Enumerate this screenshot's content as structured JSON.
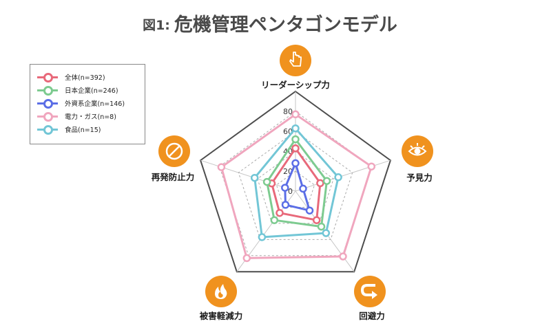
{
  "title": {
    "prefix": "図1:",
    "main": "危機管理ペンタゴンモデル"
  },
  "colors": {
    "icon_orange": "#F0921E",
    "frame": "#4d4d4d",
    "grid": "#a9a9a9",
    "spoke": "#c6c6c6"
  },
  "chart_data": {
    "type": "radar",
    "axes": [
      "リーダーシップ力",
      "予見力",
      "回避力",
      "被害軽減力",
      "再発防止力"
    ],
    "axis_icons": [
      "pointing-hand-icon",
      "eye-icon",
      "u-turn-arrow-icon",
      "fire-extinguish-icon",
      "no-repeat-icon"
    ],
    "ticks": [
      0,
      20,
      40,
      60,
      80
    ],
    "range": [
      0,
      100
    ],
    "grid": true,
    "legend_position": "top-left",
    "series": [
      {
        "name": "全体(n=392)",
        "color": "#E8697A",
        "values": [
          43,
          26,
          36,
          27,
          25
        ]
      },
      {
        "name": "日本企業(n=246)",
        "color": "#7DCB90",
        "values": [
          52,
          33,
          44,
          36,
          30
        ]
      },
      {
        "name": "外資系企業(n=146)",
        "color": "#5B6EE6",
        "values": [
          28,
          8,
          24,
          17,
          11
        ]
      },
      {
        "name": "電力・ガス(n=8)",
        "color": "#F0A6BE",
        "values": [
          77,
          80,
          81,
          83,
          78
        ]
      },
      {
        "name": "食品(n=15)",
        "color": "#72C6D6",
        "values": [
          63,
          45,
          52,
          57,
          43
        ]
      }
    ]
  }
}
